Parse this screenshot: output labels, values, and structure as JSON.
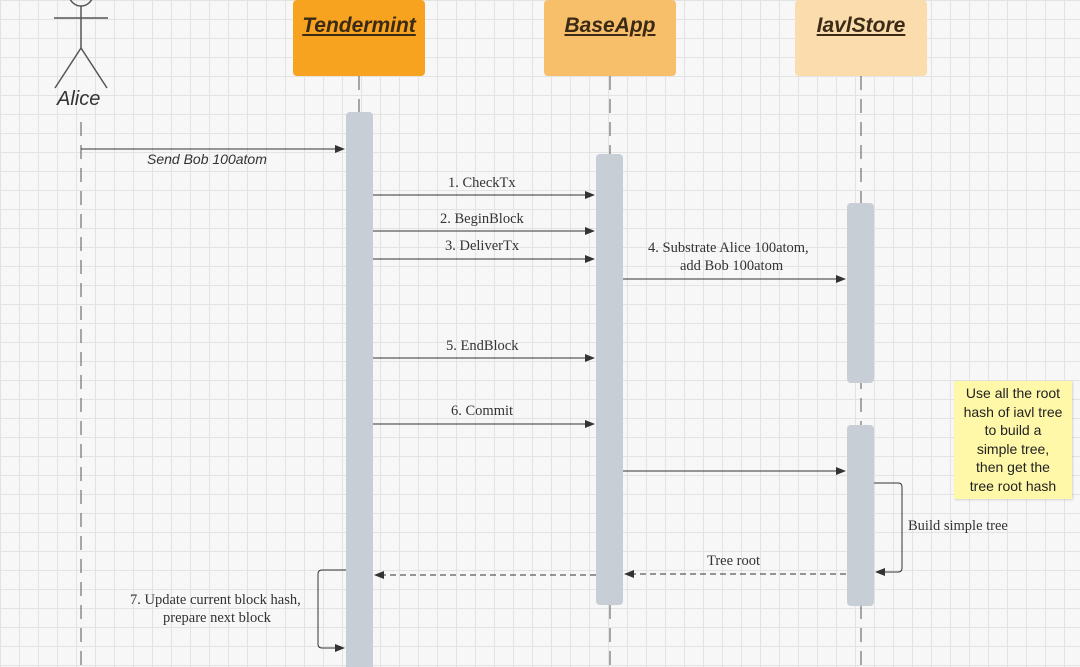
{
  "participants": {
    "actor": "Alice",
    "tendermint": "Tendermint",
    "baseapp": "BaseApp",
    "iavl": "IavlStore"
  },
  "messages": {
    "send": "Send Bob 100atom",
    "checktx": "1. CheckTx",
    "beginblock": "2. BeginBlock",
    "delivertx": "3. DeliverTx",
    "substrate_line1": "4. Substrate Alice 100atom,",
    "substrate_line2": "add Bob 100atom",
    "endblock": "5. EndBlock",
    "commit": "6. Commit",
    "build_tree": "Build simple tree",
    "tree_root": "Tree root",
    "update_line1": "7. Update current block hash,",
    "update_line2": "prepare next block"
  },
  "note": {
    "text": "Use all the root\nhash of iavl tree\nto build a\nsimple tree,\nthen get the\ntree root hash"
  },
  "colors": {
    "tendermint": "#f7a320",
    "baseapp": "#f8bf6a",
    "iavl": "#fbdcad",
    "activation": "#c8ced6",
    "note": "#fff8a8"
  }
}
